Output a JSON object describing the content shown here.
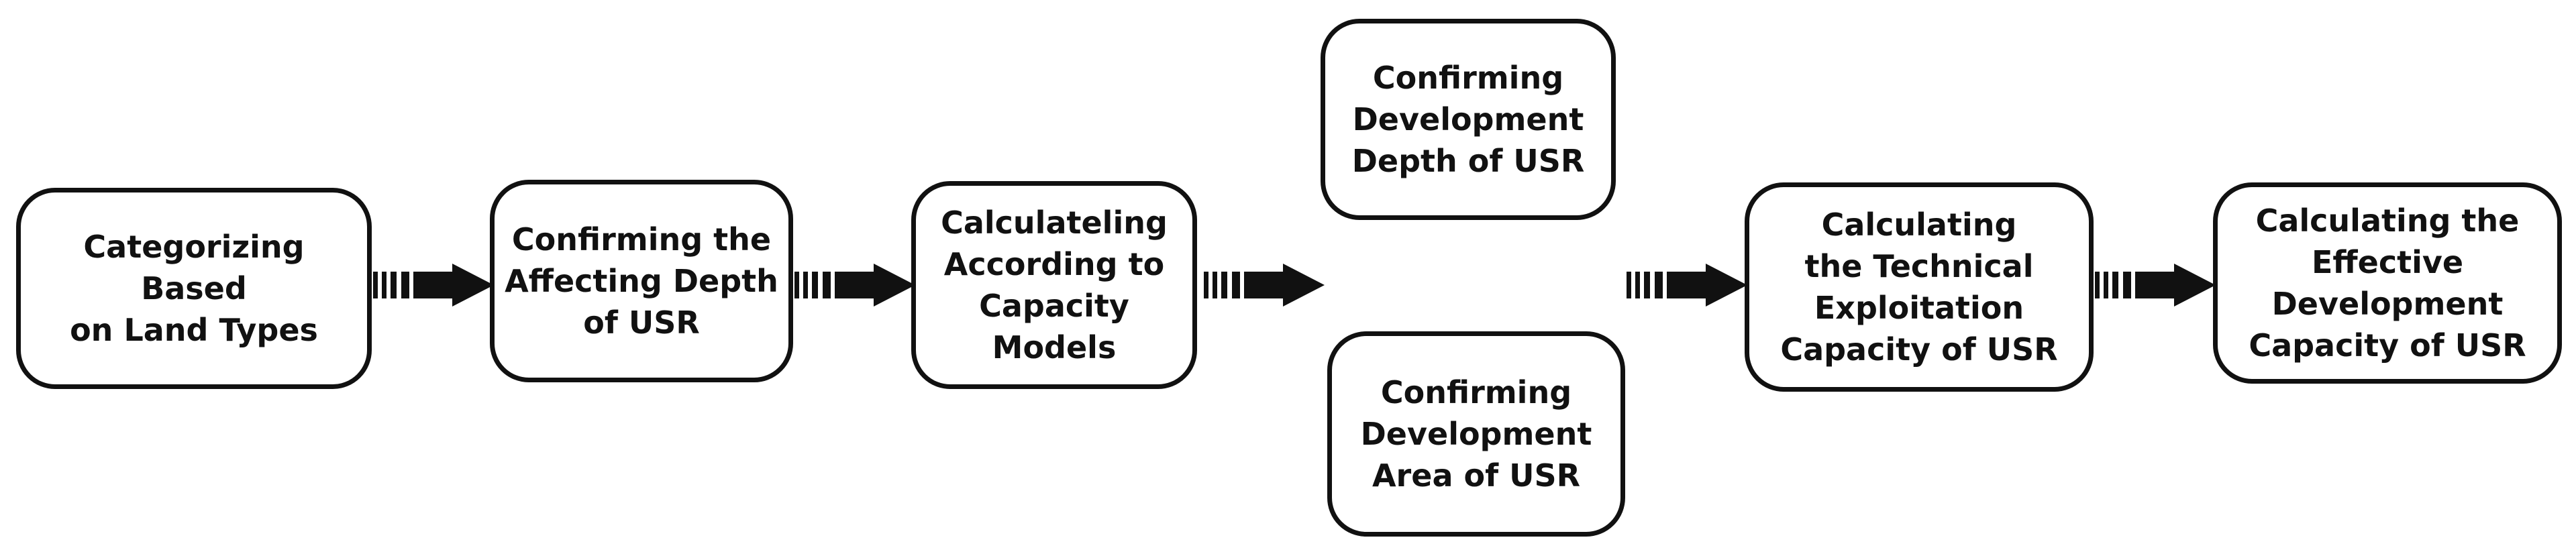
{
  "nodes": {
    "categorizing": "Categorizing Based\non Land Types",
    "affecting_depth": "Confirming the\nAffecting Depth\nof USR",
    "capacity_models": "Calculateling\nAccording to\nCapacity Models",
    "development_depth": "Confirming\nDevelopment\nDepth of USR",
    "development_area": "Confirming\nDevelopment\nArea of USR",
    "technical_capacity": "Calculating\nthe Technical\nExploitation\nCapacity of USR",
    "effective_capacity": "Calculating the\nEffective\nDevelopment\nCapacity of USR"
  },
  "edges": [
    {
      "from": "categorizing",
      "to": "affecting_depth"
    },
    {
      "from": "affecting_depth",
      "to": "capacity_models"
    },
    {
      "from": "capacity_models",
      "to": "development_depth"
    },
    {
      "from": "capacity_models",
      "to": "development_area"
    },
    {
      "from": "development_depth",
      "to": "technical_capacity"
    },
    {
      "from": "development_area",
      "to": "technical_capacity"
    },
    {
      "from": "technical_capacity",
      "to": "effective_capacity"
    }
  ],
  "colors": {
    "stroke": "#111111",
    "background": "#ffffff"
  }
}
